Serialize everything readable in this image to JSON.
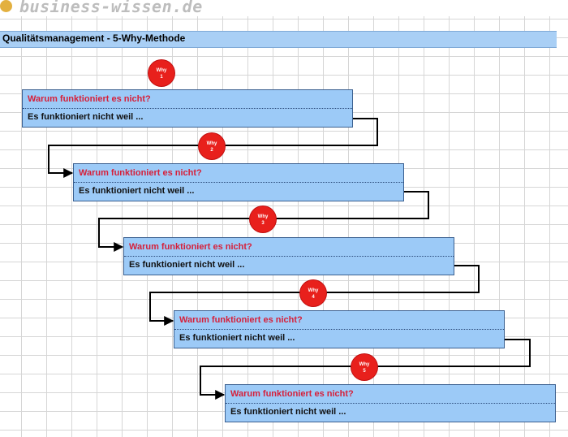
{
  "logo": {
    "text": "business-wissen.de"
  },
  "title": "Qualitätsmanagement - 5-Why-Methode",
  "steps": [
    {
      "question": "Warum funktioniert es nicht?",
      "answer": "Es funktioniert nicht weil ...",
      "badge_word": "Why",
      "badge_num": "1"
    },
    {
      "question": "Warum funktioniert es nicht?",
      "answer": "Es funktioniert nicht weil ...",
      "badge_word": "Why",
      "badge_num": "2"
    },
    {
      "question": "Warum funktioniert es nicht?",
      "answer": "Es funktioniert nicht weil ...",
      "badge_word": "Why",
      "badge_num": "3"
    },
    {
      "question": "Warum funktioniert es nicht?",
      "answer": "Es funktioniert nicht weil ...",
      "badge_word": "Why",
      "badge_num": "4"
    },
    {
      "question": "Warum funktioniert es nicht?",
      "answer": "Es funktioniert nicht weil ...",
      "badge_word": "Why",
      "badge_num": "5"
    }
  ],
  "colors": {
    "box": "#9ccaf7",
    "question": "#d6203a",
    "badge": "#e8201c",
    "title_bar": "#a9cff5"
  }
}
